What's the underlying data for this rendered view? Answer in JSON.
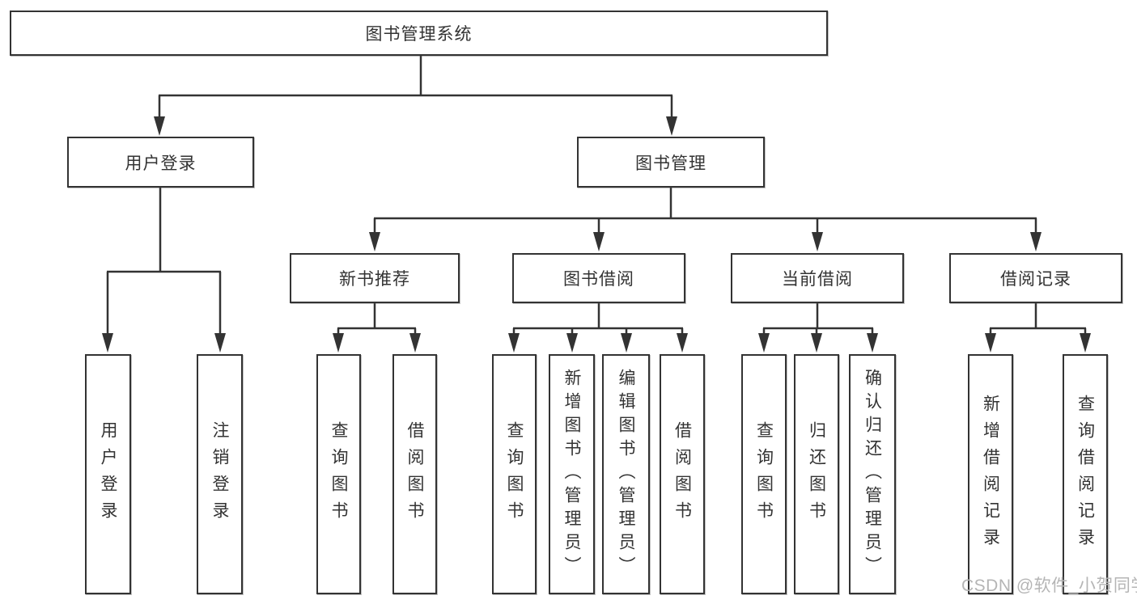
{
  "diagram": {
    "root": "图书管理系统",
    "user_login": {
      "label": "用户登录",
      "children": [
        "用户登录",
        "注销登录"
      ]
    },
    "book_mgmt": {
      "label": "图书管理",
      "sections": {
        "new_book": {
          "label": "新书推荐",
          "children": [
            "查询图书",
            "借阅图书"
          ]
        },
        "borrow": {
          "label": "图书借阅",
          "children": [
            "查询图书",
            "新增图书（管理员）",
            "编辑图书（管理员）",
            "借阅图书"
          ]
        },
        "current": {
          "label": "当前借阅",
          "children": [
            "查询图书",
            "归还图书",
            "确认归还（管理员）"
          ]
        },
        "records": {
          "label": "借阅记录",
          "children": [
            "新增借阅记录",
            "查询借阅记录"
          ]
        }
      }
    }
  },
  "colors": {
    "line": "#333333",
    "box_background": "#ffffff",
    "watermark": "#b5b5b5"
  },
  "watermark": "CSDN @软件_小贺同学"
}
